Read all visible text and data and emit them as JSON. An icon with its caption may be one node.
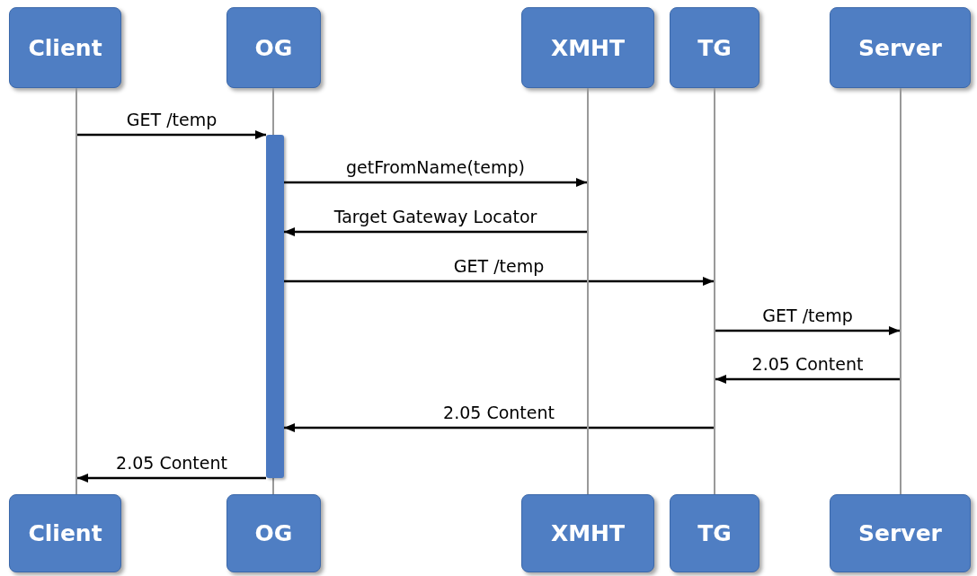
{
  "diagram": {
    "nodes": [
      {
        "text": [
          "Client"
        ]
      },
      {
        "text": [
          "OG"
        ]
      },
      {
        "text": [
          "XMHT"
        ]
      },
      {
        "text": [
          "TG"
        ]
      },
      {
        "text": [
          "Server"
        ]
      },
      {
        "text": [
          "Client"
        ]
      },
      {
        "text": [
          "OG"
        ]
      },
      {
        "text": [
          "XMHT"
        ]
      },
      {
        "text": [
          "TG"
        ]
      },
      {
        "text": [
          "Server"
        ]
      },
      {
        "text": [],
        "shape": "line"
      },
      {
        "text": [],
        "shape": "line"
      },
      {
        "text": [],
        "shape": "line"
      },
      {
        "text": [],
        "shape": "line"
      },
      {
        "text": [],
        "shape": "line"
      },
      {
        "text": [],
        "shape": "bar"
      }
    ],
    "edges": [
      {
        "from": 10,
        "to": 15,
        "arrow": "to",
        "label": "GET /temp"
      },
      {
        "from": 15,
        "to": 12,
        "arrow": "to",
        "label": "getFromName(temp)"
      },
      {
        "from": 12,
        "to": 15,
        "arrow": "to",
        "label": "Target Gateway Locator"
      },
      {
        "from": 15,
        "to": 13,
        "arrow": "to",
        "label": "GET /temp"
      },
      {
        "from": 13,
        "to": 14,
        "arrow": "to",
        "label": "GET /temp"
      },
      {
        "from": 14,
        "to": 13,
        "arrow": "to",
        "label": "2.05 Content"
      },
      {
        "from": 13,
        "to": 15,
        "arrow": "to",
        "label": "2.05 Content"
      },
      {
        "from": 15,
        "to": 10,
        "arrow": "to",
        "label": "2.05 Content"
      }
    ]
  }
}
